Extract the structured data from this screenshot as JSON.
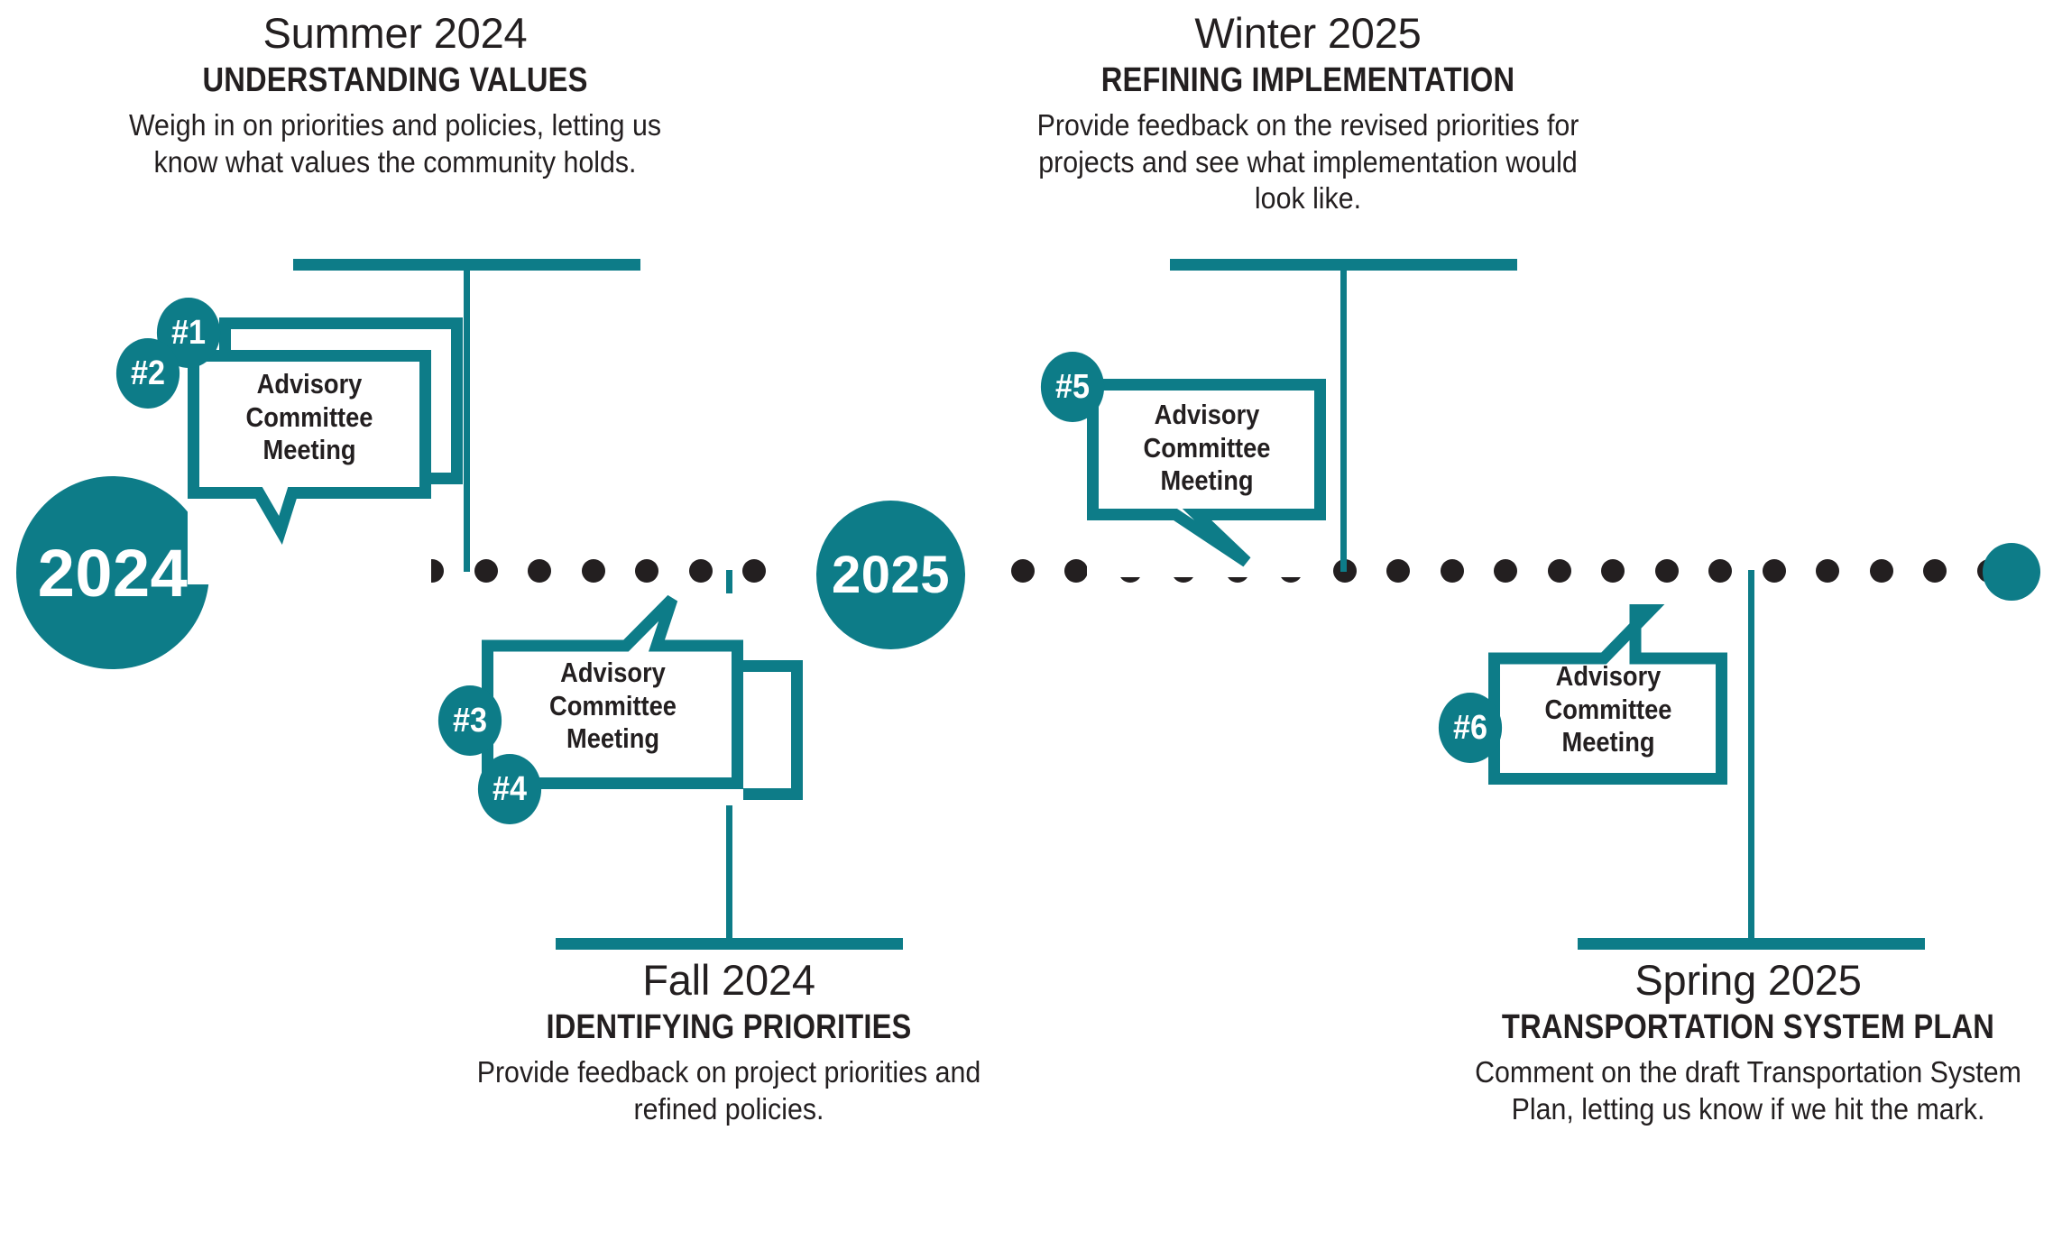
{
  "colors": {
    "teal": "#0d7c88",
    "ink": "#231f20",
    "white": "#ffffff"
  },
  "timeline": {
    "year_markers": [
      {
        "label": "2024"
      },
      {
        "label": "2025"
      }
    ],
    "end_cap_name": "timeline-end-cap"
  },
  "milestones": [
    {
      "id": "summer-2024",
      "season": "Summer 2024",
      "phase": "UNDERSTANDING VALUES",
      "description": "Weigh in on priorities and policies, letting us know what values the community holds.",
      "position": "top"
    },
    {
      "id": "fall-2024",
      "season": "Fall 2024",
      "phase": "IDENTIFYING PRIORITIES",
      "description": "Provide feedback on project priorities and refined policies.",
      "position": "bottom"
    },
    {
      "id": "winter-2025",
      "season": "Winter 2025",
      "phase": "REFINING IMPLEMENTATION",
      "description": "Provide feedback on the revised priorities for projects and see what implementation would look like.",
      "position": "top"
    },
    {
      "id": "spring-2025",
      "season": "Spring 2025",
      "phase": "TRANSPORTATION SYSTEM PLAN",
      "description": "Comment on the draft Transportation System Plan, letting us know if we hit the mark.",
      "position": "bottom"
    }
  ],
  "meeting_bubbles": [
    {
      "id": "meetings-1-2",
      "text_line1": "Advisory",
      "text_line2": "Committee",
      "text_line3": "Meeting",
      "markers": [
        "#1",
        "#2"
      ]
    },
    {
      "id": "meetings-3-4",
      "text_line1": "Advisory",
      "text_line2": "Committee",
      "text_line3": "Meeting",
      "markers": [
        "#3",
        "#4"
      ]
    },
    {
      "id": "meeting-5",
      "text_line1": "Advisory",
      "text_line2": "Committee",
      "text_line3": "Meeting",
      "markers": [
        "#5"
      ]
    },
    {
      "id": "meeting-6",
      "text_line1": "Advisory",
      "text_line2": "Committee",
      "text_line3": "Meeting",
      "markers": [
        "#6"
      ]
    }
  ]
}
